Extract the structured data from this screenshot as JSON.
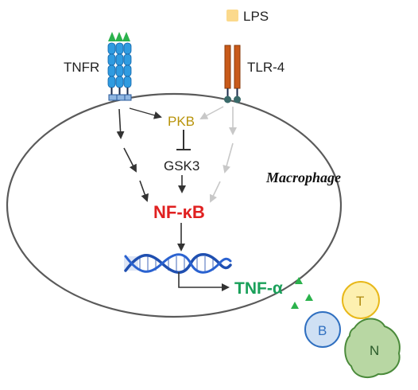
{
  "labels": {
    "lps": "LPS",
    "tnfr": "TNFR",
    "tlr4": "TLR-4",
    "pkb": "PKB",
    "gsk3": "GSK3",
    "nfkb": "NF-κB",
    "tnfa": "TNF-α",
    "macrophage": "Macrophage",
    "t_cell": "T",
    "b_cell": "B",
    "n_cell": "N"
  },
  "colors": {
    "membrane": "#5a5a5a",
    "lps": "#fbd98c",
    "tnfr": "#2f9be0",
    "tlr4": "#c85a1a",
    "ligand": "#2bb24c",
    "pkb": "#b8930a",
    "nfkb": "#e02020",
    "tnfa": "#1aa05a",
    "arrow_dark": "#333333",
    "arrow_light": "#c8c8c8",
    "dna": "#1f4fb0",
    "t_cell": "#fdf0b0",
    "b_cell": "#cfe0f4",
    "n_cell": "#b8d7a3"
  }
}
